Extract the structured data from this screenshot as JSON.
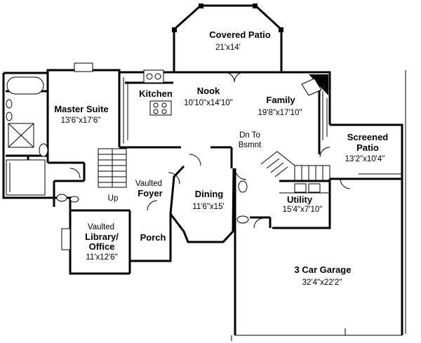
{
  "rooms": {
    "covered_patio": {
      "name": "Covered Patio",
      "dims": "21'x14'"
    },
    "kitchen": {
      "name": "Kitchen"
    },
    "nook": {
      "name": "Nook",
      "dims": "10'10\"x14'10\""
    },
    "family": {
      "name": "Family",
      "dims": "19'8\"x17'10\""
    },
    "master_suite": {
      "name": "Master Suite",
      "dims": "13'6\"x17'6\""
    },
    "screened_patio": {
      "name": "Screened Patio",
      "dims": "13'2\"x10'4\""
    },
    "foyer": {
      "name_line1": "Vaulted",
      "name_line2": "Foyer"
    },
    "dining": {
      "name": "Dining",
      "dims": "11'6\"x15'"
    },
    "utility": {
      "name": "Utility",
      "dims": "15'4\"x7'10\""
    },
    "library": {
      "name_line1": "Vaulted",
      "name_line2": "Library/",
      "name_line3": "Office",
      "dims": "11'x12'6\""
    },
    "porch": {
      "name": "Porch"
    },
    "garage": {
      "name": "3 Car Garage",
      "dims": "32'4\"x22'2\""
    }
  },
  "labels": {
    "dn_to_bsmnt_line1": "Dn To",
    "dn_to_bsmnt_line2": "Bsmnt",
    "up": "Up"
  }
}
